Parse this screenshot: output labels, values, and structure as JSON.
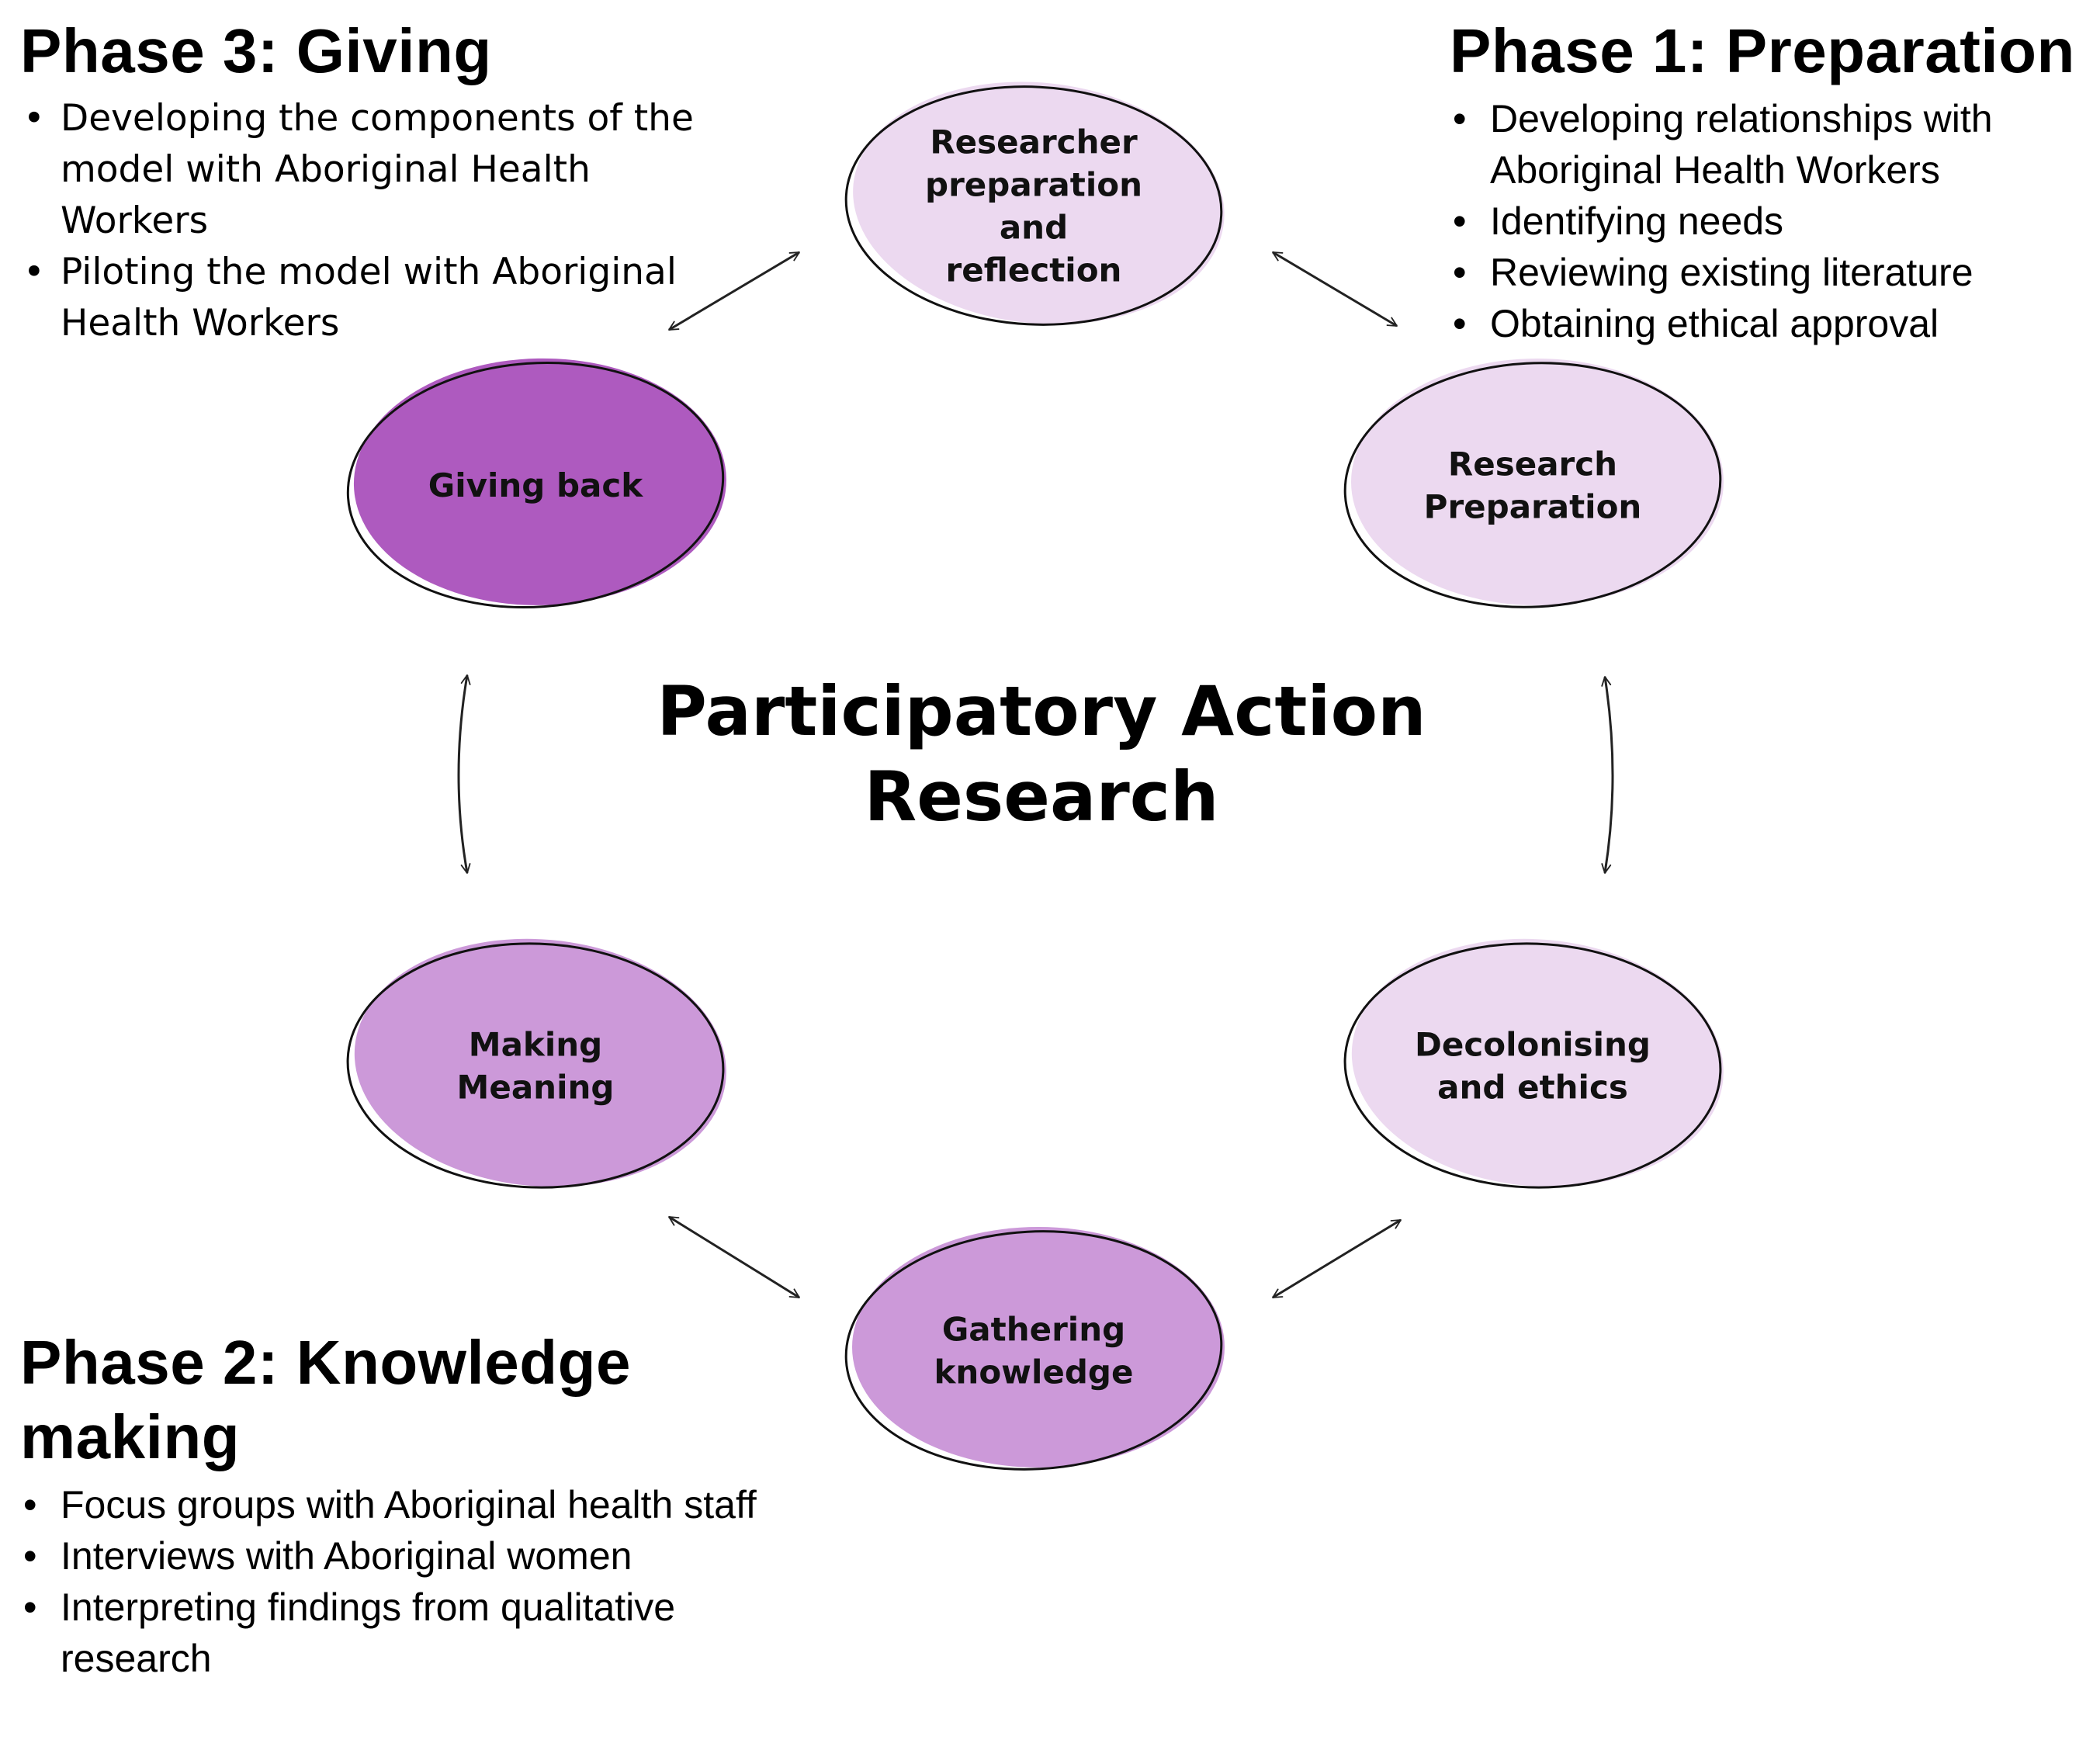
{
  "colors": {
    "light": "#ecd9f0",
    "medium": "#cc99d9",
    "dark": "#ae5abf",
    "outline": "#111111"
  },
  "center_title": [
    "Participatory Action",
    "Research"
  ],
  "nodes": [
    {
      "id": "researcher-preparation",
      "lines": [
        "Researcher",
        "preparation",
        "and",
        "reflection"
      ],
      "tone": "light"
    },
    {
      "id": "research-preparation",
      "lines": [
        "Research",
        "Preparation"
      ],
      "tone": "light"
    },
    {
      "id": "decolonising",
      "lines": [
        "Decolonising",
        "and ethics"
      ],
      "tone": "light"
    },
    {
      "id": "gathering-knowledge",
      "lines": [
        "Gathering",
        "knowledge"
      ],
      "tone": "medium"
    },
    {
      "id": "making-meaning",
      "lines": [
        "Making",
        "Meaning"
      ],
      "tone": "medium"
    },
    {
      "id": "giving-back",
      "lines": [
        "Giving back"
      ],
      "tone": "dark"
    }
  ],
  "phase3": {
    "title": "Phase 3: Giving",
    "items": [
      "Developing the components of the model with Aboriginal Health Workers",
      "Piloting the model with Aboriginal Health Workers"
    ]
  },
  "phase1": {
    "title": "Phase 1: Preparation",
    "items": [
      "Developing relationships with Aboriginal Health Workers",
      "Identifying needs",
      "Reviewing existing literature",
      "Obtaining ethical approval"
    ]
  },
  "phase2": {
    "title": "Phase 2: Knowledge making",
    "items": [
      "Focus groups with Aboriginal health staff",
      "Interviews with Aboriginal women",
      "Interpreting findings from qualitative research"
    ]
  }
}
